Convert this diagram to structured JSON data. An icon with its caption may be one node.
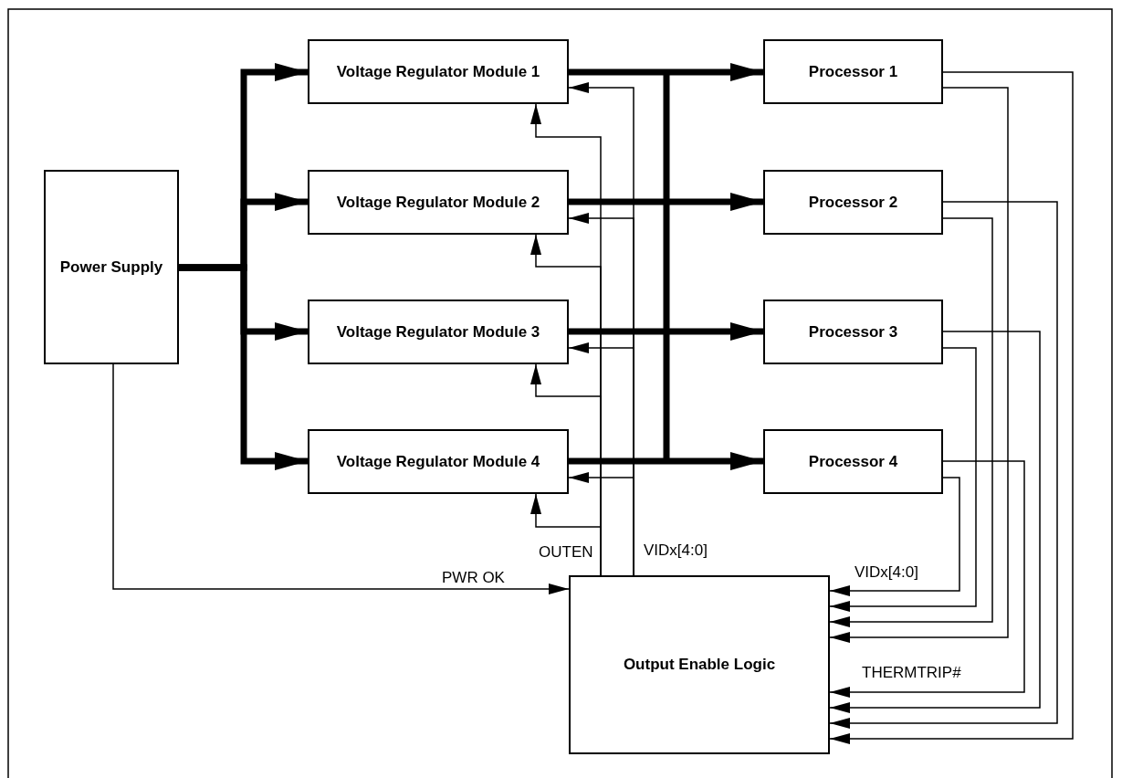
{
  "diagram": {
    "nodes": [
      {
        "text": [
          "Power Supply"
        ]
      },
      {
        "text": [
          "Voltage Regulator Module 1"
        ]
      },
      {
        "text": [
          "Voltage Regulator Module 2"
        ]
      },
      {
        "text": [
          "Voltage Regulator Module 3"
        ]
      },
      {
        "text": [
          "Voltage Regulator Module 4"
        ]
      },
      {
        "text": [
          "Processor 1"
        ]
      },
      {
        "text": [
          "Processor 2"
        ]
      },
      {
        "text": [
          "Processor 3"
        ]
      },
      {
        "text": [
          "Processor 4"
        ]
      },
      {
        "text": [
          "Output Enable Logic"
        ]
      }
    ],
    "edges": [
      {
        "from": 0,
        "to": 1,
        "arrow": "to",
        "style": "thick"
      },
      {
        "from": 0,
        "to": 2,
        "arrow": "to",
        "style": "thick"
      },
      {
        "from": 0,
        "to": 3,
        "arrow": "to",
        "style": "thick"
      },
      {
        "from": 0,
        "to": 4,
        "arrow": "to",
        "style": "thick"
      },
      {
        "from": 1,
        "to": 5,
        "arrow": "to",
        "style": "thick"
      },
      {
        "from": 2,
        "to": 6,
        "arrow": "to",
        "style": "thick"
      },
      {
        "from": 3,
        "to": 7,
        "arrow": "to",
        "style": "thick"
      },
      {
        "from": 4,
        "to": 8,
        "arrow": "to",
        "style": "thick"
      },
      {
        "from": 9,
        "to": 1,
        "arrow": "to"
      },
      {
        "from": 9,
        "to": 2,
        "arrow": "to"
      },
      {
        "from": 9,
        "to": 3,
        "arrow": "to"
      },
      {
        "from": 9,
        "to": 4,
        "arrow": "to",
        "label": "OUTEN"
      },
      {
        "from": 9,
        "to": 1,
        "arrow": "to"
      },
      {
        "from": 9,
        "to": 2,
        "arrow": "to"
      },
      {
        "from": 9,
        "to": 3,
        "arrow": "to"
      },
      {
        "from": 9,
        "to": 4,
        "arrow": "to",
        "label": "VIDx[4:0]"
      },
      {
        "from": 5,
        "to": 9,
        "arrow": "to"
      },
      {
        "from": 6,
        "to": 9,
        "arrow": "to"
      },
      {
        "from": 7,
        "to": 9,
        "arrow": "to"
      },
      {
        "from": 8,
        "to": 9,
        "arrow": "to",
        "label": "VIDx[4:0]"
      },
      {
        "from": 5,
        "to": 9,
        "arrow": "to"
      },
      {
        "from": 6,
        "to": 9,
        "arrow": "to"
      },
      {
        "from": 7,
        "to": 9,
        "arrow": "to"
      },
      {
        "from": 8,
        "to": 9,
        "arrow": "to",
        "label": "THERMTRIP#"
      },
      {
        "from": 0,
        "to": 9,
        "arrow": "to",
        "label": "PWR OK"
      }
    ]
  }
}
